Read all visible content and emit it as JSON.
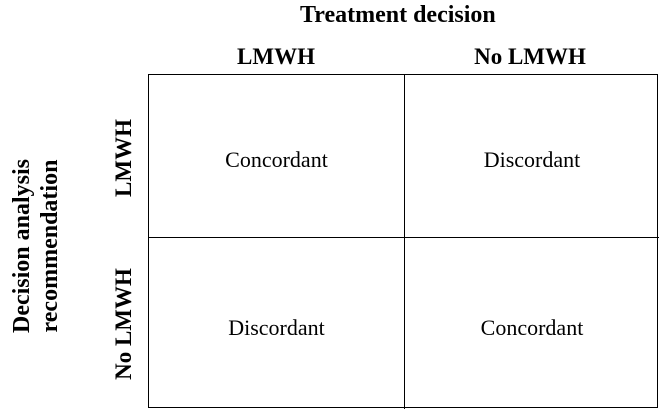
{
  "top_title": "Treatment decision",
  "side_title": {
    "line1": "Decision analysis",
    "line2": "recommendation"
  },
  "columns": [
    "LMWH",
    "No LMWH"
  ],
  "rows": [
    "LMWH",
    "No LMWH"
  ],
  "cells": [
    [
      "Concordant",
      "Discordant"
    ],
    [
      "Discordant",
      "Concordant"
    ]
  ],
  "colors": {
    "text": "#000000",
    "lines": "#000000",
    "background": "#ffffff"
  }
}
